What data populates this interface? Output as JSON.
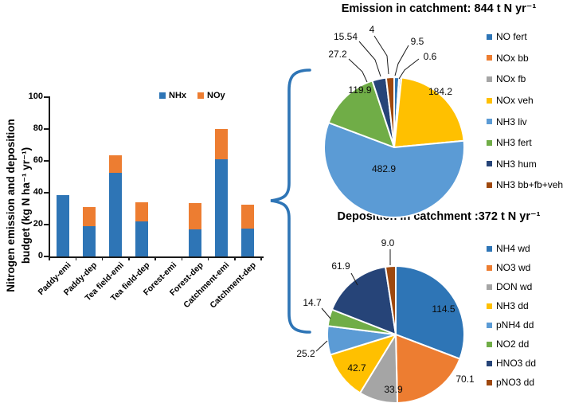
{
  "chart_data": [
    {
      "type": "bar",
      "stacked": true,
      "categories": [
        "Paddy-emi",
        "Paddy-dep",
        "Tea field-emi",
        "Tea field-dep",
        "Forest-emi",
        "Forest-dep",
        "Catchment-emi",
        "Catchment-dep"
      ],
      "series": [
        {
          "name": "NHx",
          "color": "#2E75B6",
          "values": [
            38.5,
            19,
            52.5,
            22,
            0,
            17,
            61,
            17.5
          ]
        },
        {
          "name": "NOy",
          "color": "#ED7D31",
          "values": [
            0,
            12,
            11,
            12,
            0,
            16.5,
            19,
            15
          ]
        }
      ],
      "ylabel": "Nitrogen emission and deposition budget (kg N ha⁻¹ yr⁻¹)",
      "ylabel_lines": [
        "Nitrogen emission and deposition",
        "budget (kg N ha⁻¹ yr⁻¹)"
      ],
      "ylim": [
        0,
        100
      ],
      "yticks": [
        0,
        20,
        40,
        60,
        80,
        100
      ],
      "legend_position": "top",
      "grid": false
    },
    {
      "type": "pie",
      "title": "Emission in catchment: 844 t N yr⁻¹",
      "slices": [
        {
          "label": "NO fert",
          "value": 9.5,
          "text": "9.5",
          "color": "#2E75B6"
        },
        {
          "label": "NOx bb",
          "value": 0.6,
          "text": "0.6",
          "color": "#ED7D31"
        },
        {
          "label": "NOx fb",
          "value": 4,
          "text": "4",
          "color": "#A5A5A5"
        },
        {
          "label": "NOx veh",
          "value": 184.2,
          "text": "184.2",
          "color": "#FFC000"
        },
        {
          "label": "NH3 liv",
          "value": 482.9,
          "text": "482.9",
          "color": "#5B9BD5"
        },
        {
          "label": "NH3 fert",
          "value": 119.9,
          "text": "119.9",
          "color": "#70AD47"
        },
        {
          "label": "NH3 hum",
          "value": 27.2,
          "text": "27.2",
          "color": "#264478"
        },
        {
          "label": "NH3 bb+fb+veh",
          "value": 15.54,
          "text": "15.54",
          "color": "#9E480E"
        }
      ],
      "legend_position": "right"
    },
    {
      "type": "pie",
      "title": "Deposition in catchment :372 t N yr⁻¹",
      "slices": [
        {
          "label": "NH4 wd",
          "value": 114.5,
          "text": "114.5",
          "color": "#2E75B6"
        },
        {
          "label": "NO3 wd",
          "value": 70.1,
          "text": "70.1",
          "color": "#ED7D31"
        },
        {
          "label": "DON wd",
          "value": 33.9,
          "text": "33.9",
          "color": "#A5A5A5"
        },
        {
          "label": "NH3 dd",
          "value": 42.7,
          "text": "42.7",
          "color": "#FFC000"
        },
        {
          "label": "pNH4 dd",
          "value": 25.2,
          "text": "25.2",
          "color": "#5B9BD5"
        },
        {
          "label": "NO2 dd",
          "value": 14.7,
          "text": "14.7",
          "color": "#70AD47"
        },
        {
          "label": "HNO3 dd",
          "value": 61.9,
          "text": "61.9",
          "color": "#264478"
        },
        {
          "label": "pNO3 dd",
          "value": 9.0,
          "text": "9.0",
          "color": "#9E480E"
        }
      ],
      "legend_position": "right"
    }
  ],
  "brace_color": "#2E75B6"
}
